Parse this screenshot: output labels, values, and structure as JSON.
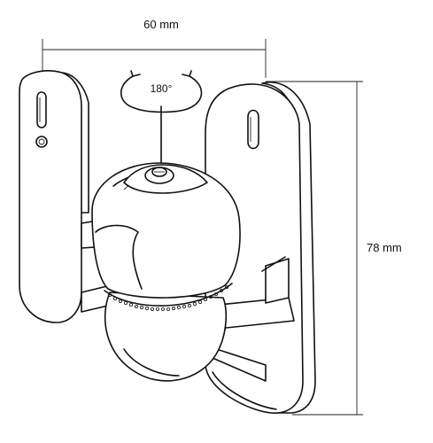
{
  "dimensions": {
    "width_label": "60 mm",
    "height_label": "78 mm"
  },
  "rotation": {
    "label": "180°"
  },
  "colors": {
    "line": "#111111",
    "background": "#ffffff"
  }
}
